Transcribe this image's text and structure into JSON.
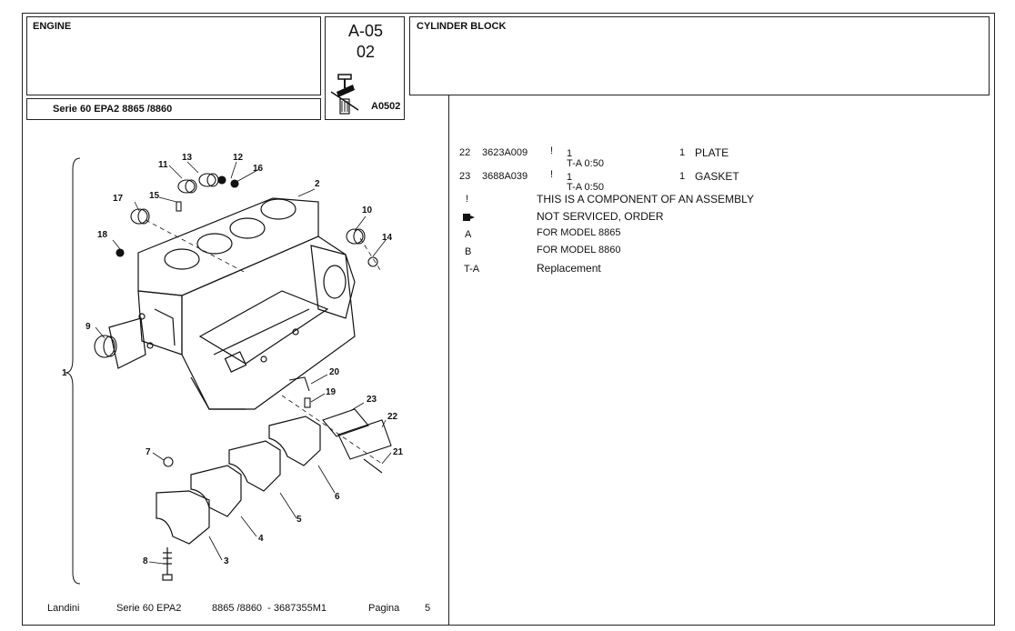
{
  "header": {
    "section": "ENGINE",
    "code_main": "A-05",
    "code_sub": "02",
    "ref": "A0502",
    "title": "CYLINDER BLOCK",
    "series": "Serie 60 EPA2 8865 /8860"
  },
  "parts": [
    {
      "pos": "22",
      "code": "3623A009",
      "flag": "!",
      "qty_ref": "1",
      "note": "T-A 0:50",
      "qty": "1",
      "desc": "PLATE"
    },
    {
      "pos": "23",
      "code": "3688A039",
      "flag": "!",
      "qty_ref": "1",
      "note": "T-A 0:50",
      "qty": "1",
      "desc": "GASKET"
    }
  ],
  "legend": [
    {
      "symbol": "!",
      "icon": "",
      "text": "THIS IS A COMPONENT OF AN ASSEMBLY"
    },
    {
      "symbol": "",
      "icon": "fuel-pump-icon",
      "text": "NOT SERVICED, ORDER"
    },
    {
      "symbol": "A",
      "icon": "",
      "text": "FOR MODEL 8865"
    },
    {
      "symbol": "B",
      "icon": "",
      "text": "FOR MODEL 8860"
    },
    {
      "symbol": "T-A",
      "icon": "",
      "text": "Replacement"
    }
  ],
  "diagram": {
    "callouts": [
      "1",
      "2",
      "3",
      "4",
      "5",
      "6",
      "7",
      "8",
      "9",
      "10",
      "11",
      "12",
      "13",
      "14",
      "15",
      "16",
      "17",
      "18",
      "19",
      "20",
      "21",
      "22",
      "23"
    ]
  },
  "footer": {
    "brand": "Landini",
    "series": "Serie 60 EPA2",
    "model": "8865 /8860  - 3687355M1",
    "page_label": "Pagina",
    "page_num": "5"
  }
}
